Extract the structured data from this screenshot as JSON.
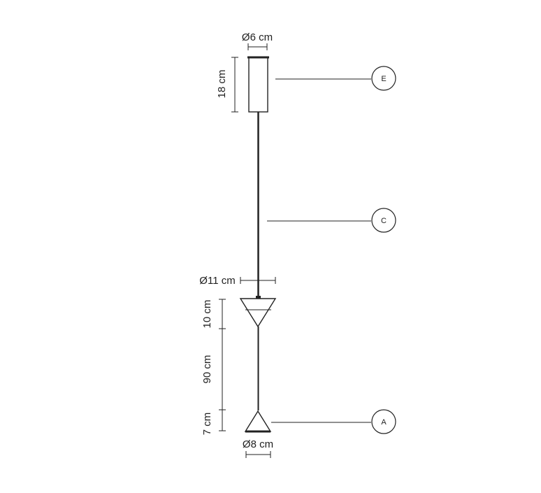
{
  "diagram": {
    "dimensions": {
      "canopy_diameter": "Ø6 cm",
      "canopy_height": "18 cm",
      "upper_cone_diameter": "Ø11 cm",
      "upper_cone_height": "10 cm",
      "spacing": "90 cm",
      "lower_cone_height": "7 cm",
      "lower_cone_diameter": "Ø8 cm"
    },
    "callouts": {
      "canopy": "E",
      "cable": "C",
      "lower_cone": "A"
    },
    "colors": {
      "line": "#222222",
      "background": "#ffffff"
    }
  }
}
